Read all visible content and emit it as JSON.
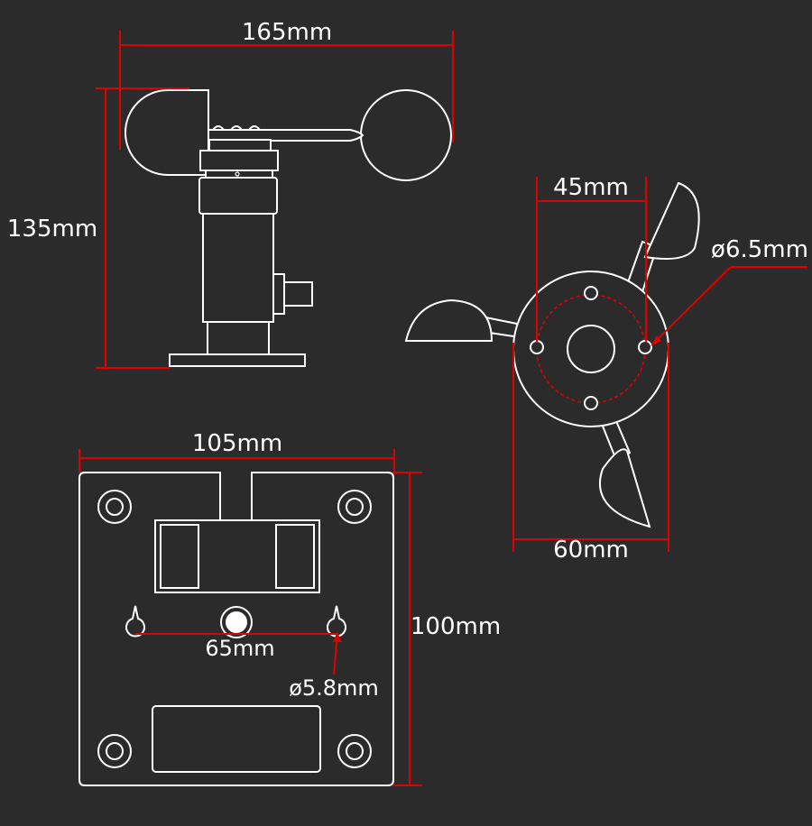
{
  "colors": {
    "background": "#2b2b2b",
    "outline": "#ffffff",
    "dimension": "#e00000",
    "label": "#ffffff"
  },
  "dimensions": {
    "side_width": "165mm",
    "side_height": "135mm",
    "top_hole_spacing": "45mm",
    "top_hole_diameter": "ø6.5mm",
    "top_flange_diameter": "60mm",
    "plate_width": "105mm",
    "plate_height": "100mm",
    "plate_slot_spacing": "65mm",
    "plate_slot_diameter": "ø5.8mm"
  }
}
